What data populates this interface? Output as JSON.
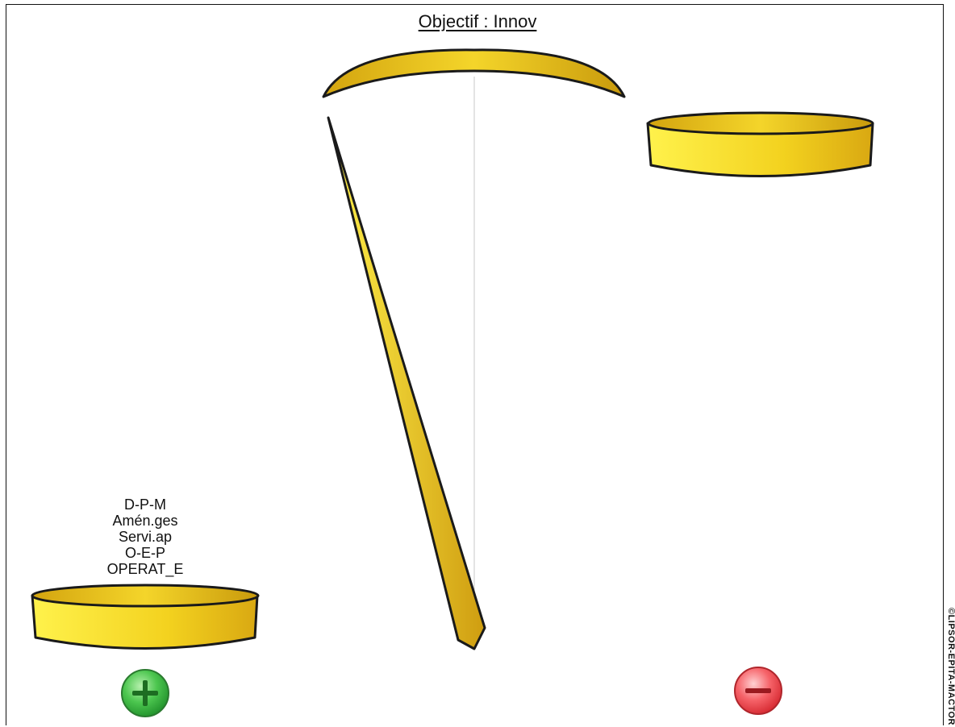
{
  "title": "Objectif : Innov",
  "left_pan": {
    "actors": [
      "D-P-M",
      "Amén.ges",
      "Servi.ap",
      "O-E-P",
      "OPERAT_E"
    ]
  },
  "right_pan": {
    "actors": []
  },
  "buttons": {
    "plus_icon": "plus-circle-icon",
    "minus_icon": "minus-circle-icon"
  },
  "watermark": "©LIPSOR-EPITA-MACTOR",
  "colors": {
    "gold_light": "#fff04a",
    "gold_mid": "#f0cf22",
    "gold_dark": "#c8980a",
    "plus_green": "#2fae3a",
    "minus_red": "#f04a50",
    "outline": "#1a1a1a"
  }
}
